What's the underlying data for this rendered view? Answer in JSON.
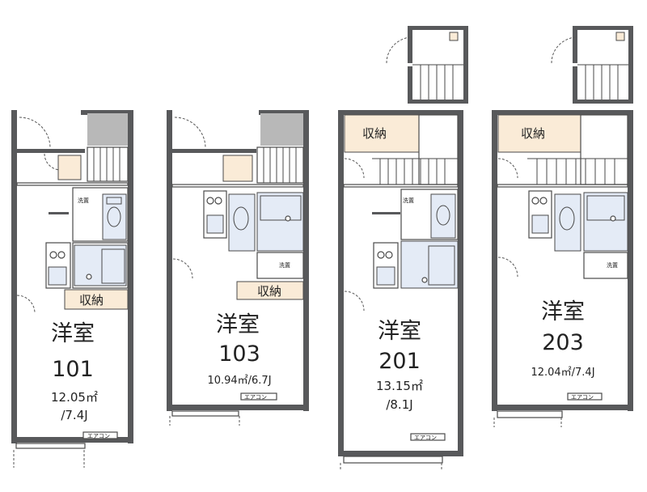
{
  "units": [
    {
      "room_label": "洋室",
      "unit_number": "101",
      "area": "12.05㎡",
      "tatami": "/7.4J",
      "storage_label": "収納",
      "washer_label": "洗置",
      "aircon_label": "エアコン"
    },
    {
      "room_label": "洋室",
      "unit_number": "103",
      "area_tatami": "10.94㎡/6.7J",
      "storage_label": "収納",
      "washer_label": "洗置",
      "aircon_label": "エアコン"
    },
    {
      "room_label": "洋室",
      "unit_number": "201",
      "area": "13.15㎡",
      "tatami": "/8.1J",
      "storage_label": "収納",
      "washer_label": "洗置",
      "aircon_label": "エアコン"
    },
    {
      "room_label": "洋室",
      "unit_number": "203",
      "area_tatami": "12.04㎡/7.4J",
      "storage_label": "収納",
      "washer_label": "洗置",
      "aircon_label": "エアコン"
    }
  ]
}
